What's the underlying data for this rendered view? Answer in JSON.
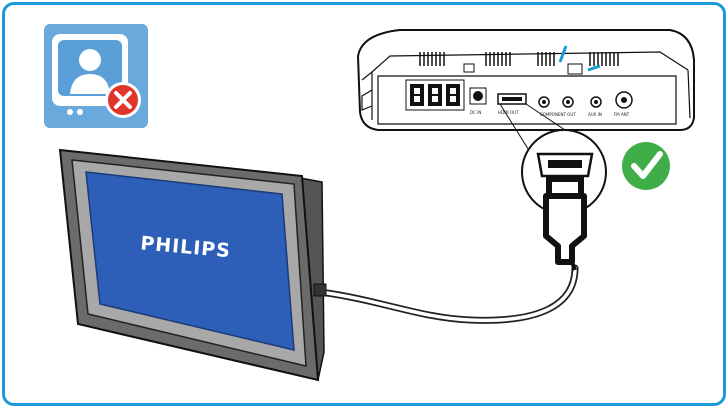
{
  "tv": {
    "brand_label": "PHILIPS",
    "screen_color": "#2e5fb8"
  },
  "player": {
    "port_labels": {
      "fm_ant": "FM ANT",
      "aux_in": "AUX IN",
      "component_out": "COMPONENT OUT",
      "hdmi_out": "HDMI OUT",
      "dc_in": "DC IN"
    }
  },
  "status": {
    "no_signal_icon": "tv-user-x-icon",
    "ok_icon": "check-circle-icon",
    "accent_color": "#1a9ad6",
    "ok_color": "#3fae49",
    "error_color": "#e0352b"
  }
}
